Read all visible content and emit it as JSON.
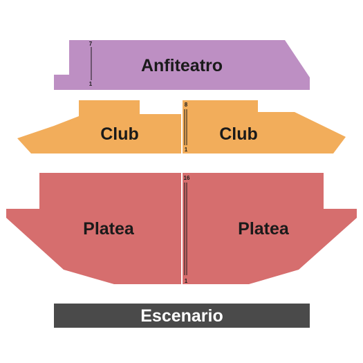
{
  "colors": {
    "anfiteatro": "#bd8fc3",
    "club": "#f2ad5b",
    "platea": "#d66e6e",
    "stage": "#4a4a4a",
    "background": "#ffffff"
  },
  "sections": {
    "anfiteatro": {
      "label": "Anfiteatro",
      "row_top": "7",
      "row_bottom": "1"
    },
    "club_left": {
      "label": "Club"
    },
    "club_right": {
      "label": "Club"
    },
    "club_rows": {
      "row_top": "8",
      "row_bottom": "1"
    },
    "platea_left": {
      "label": "Platea"
    },
    "platea_right": {
      "label": "Platea"
    },
    "platea_rows": {
      "row_top": "16",
      "row_bottom": "1"
    }
  },
  "stage": {
    "label": "Escenario"
  }
}
